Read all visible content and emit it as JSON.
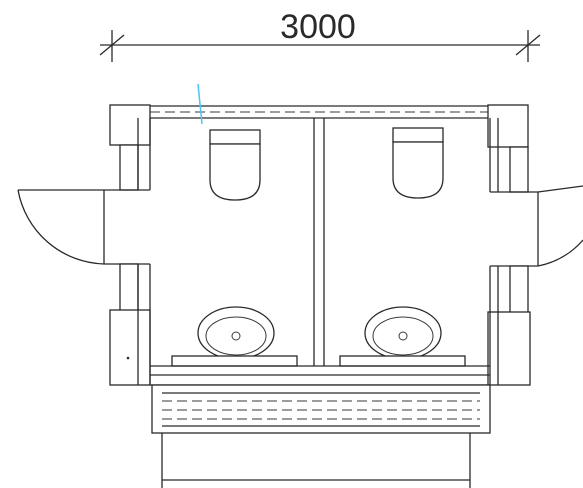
{
  "dimension": {
    "width_label": "3000"
  },
  "colors": {
    "line": "#2a2a2a",
    "accent_mark": "#4fc3f7",
    "background": "#ffffff"
  },
  "fixtures": {
    "toilets": 2,
    "washbasins": 2,
    "doors": 2
  }
}
